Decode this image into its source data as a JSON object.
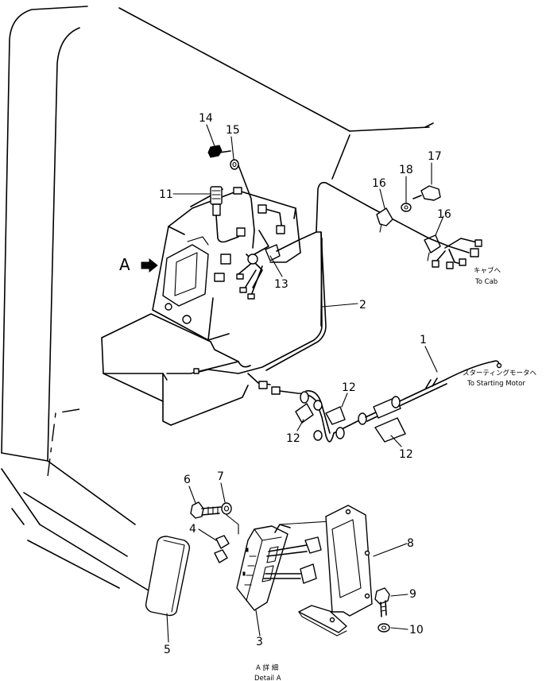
{
  "detail_marker": "A",
  "part_numbers": {
    "p1": "1",
    "p2": "2",
    "p3": "3",
    "p4": "4",
    "p5": "5",
    "p6": "6",
    "p7": "7",
    "p8": "8",
    "p9": "9",
    "p10": "10",
    "p11": "11",
    "p12a": "12",
    "p12b": "12",
    "p12c": "12",
    "p13": "13",
    "p14": "14",
    "p15": "15",
    "p16a": "16",
    "p16b": "16",
    "p17": "17",
    "p18": "18"
  },
  "destinations": {
    "cab_jp": "キャブへ",
    "cab_en": "To Cab",
    "starter_jp": "スターティングモータへ",
    "starter_en": "To Starting Motor"
  },
  "detail_caption": {
    "jp": "A 詳 細",
    "en": "Detail A"
  }
}
